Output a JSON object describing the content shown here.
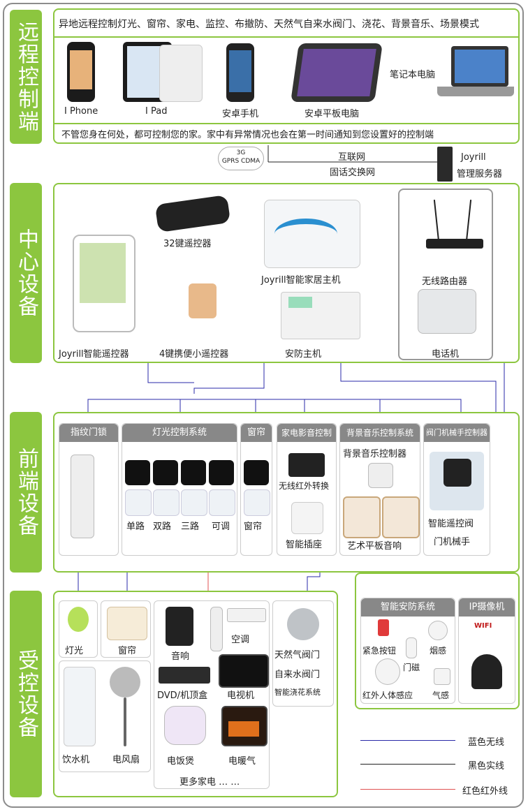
{
  "sections": {
    "remote": "远程控制端",
    "center": "中心设备",
    "frontend": "前端设备",
    "controlled": "受控设备"
  },
  "remote": {
    "top_text": "异地远程控制灯光、窗帘、家电、监控、布撤防、天然气自来水阀门、浇花、背景音乐、场景模式",
    "devices": [
      "I Phone",
      "I Pad",
      "安卓手机",
      "安卓平板电脑",
      "笔记本电脑"
    ],
    "bottom_text": "不管您身在何处，都可控制您的家。家中有异常情况也会在第一时间通知到您设置好的控制端"
  },
  "network": {
    "cloud": "3G\nGPRS CDMA",
    "internet": "互联网",
    "phone_net": "固话交换网",
    "server_line1": "Joyrill",
    "server_line2": "管理服务器"
  },
  "center": {
    "remote32": "32键遥控器",
    "host": "Joyrill智能家居主机",
    "router": "无线路由器",
    "smart_remote": "Joyrill智能遥控器",
    "remote4": "4键携便小遥控器",
    "security_host": "安防主机",
    "phone": "电话机"
  },
  "frontend": {
    "groups": [
      {
        "title": "指纹门锁",
        "items": []
      },
      {
        "title": "灯光控制系统",
        "items": [
          "单路",
          "双路",
          "三路",
          "可调"
        ]
      },
      {
        "title": "窗帘",
        "items": [
          "窗帘"
        ]
      },
      {
        "title": "家电影音控制",
        "items": [
          "无线红外转换",
          "智能插座"
        ]
      },
      {
        "title": "背景音乐控制系统",
        "items": [
          "背景音乐控制器",
          "艺术平板音响"
        ]
      },
      {
        "title": "阀门机械手控制器",
        "items": [
          "智能遥控阀",
          "门机械手"
        ]
      }
    ]
  },
  "controlled": {
    "light": "灯光",
    "curtain": "窗帘",
    "audio": "音响",
    "aircon": "空调",
    "dvd": "DVD/机顶盒",
    "tv": "电视机",
    "water": "饮水机",
    "fan": "电风扇",
    "cooker": "电饭煲",
    "heater": "电暖气",
    "more": "更多家电 … …",
    "gas": "天然气阀门",
    "tap": "自来水阀门",
    "garden": "智能浇花系统",
    "security_title": "智能安防系统",
    "emergency": "紧急按钮",
    "smoke": "烟感",
    "door": "门磁",
    "pir": "红外人体感应",
    "gas_sensor": "气感",
    "ipcam_title": "IP摄像机",
    "wifi": "WIFI"
  },
  "legend": [
    {
      "label": "蓝色无线",
      "color": "#2a2aa8"
    },
    {
      "label": "黑色实线",
      "color": "#222222"
    },
    {
      "label": "红色红外线",
      "color": "#e05050"
    }
  ],
  "colors": {
    "accent": "#8cc63f",
    "header_gray": "#888888"
  }
}
